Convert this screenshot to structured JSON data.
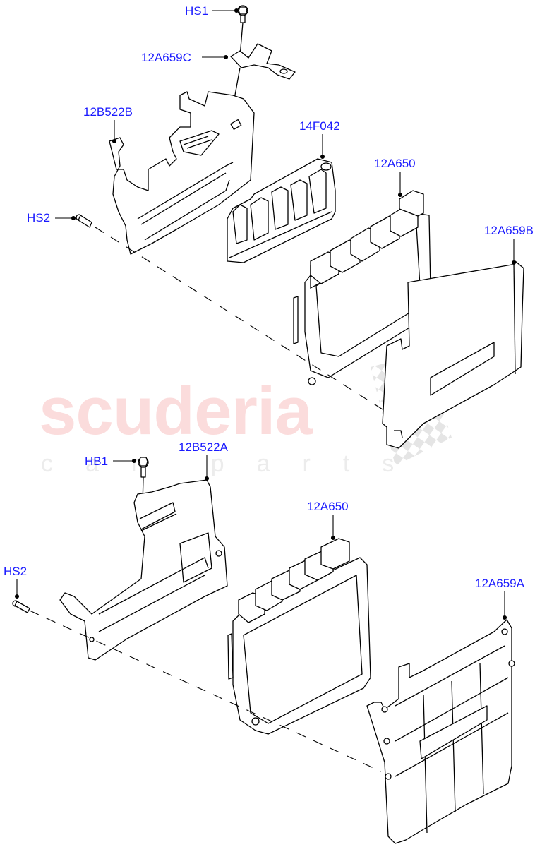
{
  "diagram": {
    "type": "exploded-parts-diagram",
    "subject": "Engine control module and brackets",
    "watermark": {
      "main": "scuderia",
      "sub": "car parts",
      "main_color": "#fbdcdc",
      "sub_color": "#ececec"
    },
    "label_color": "#1a1aff",
    "callouts": [
      {
        "id": "HS1",
        "text": "HS1"
      },
      {
        "id": "12A659C",
        "text": "12A659C"
      },
      {
        "id": "12B522B",
        "text": "12B522B"
      },
      {
        "id": "14F042",
        "text": "14F042"
      },
      {
        "id": "HS2_top",
        "text": "HS2"
      },
      {
        "id": "12A650_top",
        "text": "12A650"
      },
      {
        "id": "12A659B",
        "text": "12A659B"
      },
      {
        "id": "HB1",
        "text": "HB1"
      },
      {
        "id": "12B522A",
        "text": "12B522A"
      },
      {
        "id": "12A650_bottom",
        "text": "12A650"
      },
      {
        "id": "HS2_bottom",
        "text": "HS2"
      },
      {
        "id": "12A659A",
        "text": "12A659A"
      }
    ]
  }
}
